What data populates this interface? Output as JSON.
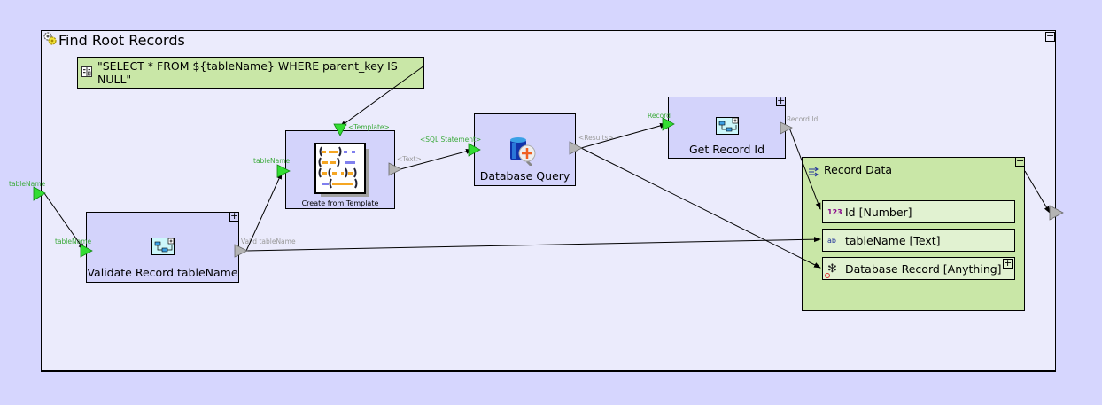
{
  "workflow": {
    "title": "Find Root Records",
    "title_icon": "gears-icon",
    "collapse_label": "−"
  },
  "note": {
    "icon": "note-icon",
    "text": "\"SELECT * FROM ${tableName} WHERE parent_key IS NULL\""
  },
  "inputs": {
    "workflow_input": "tableName"
  },
  "nodes": {
    "validate": {
      "label": "Validate Record tableName",
      "icon": "subworkflow-icon",
      "expand_label": "+",
      "input_port": "tableName",
      "output_port": "Valid tableName"
    },
    "template": {
      "label": "Create from Template",
      "icon": "template-icon",
      "input_port": "tableName",
      "template_port": "<Template>",
      "output_port": "<Text>"
    },
    "query": {
      "label": "Database Query",
      "icon": "database-query-icon",
      "input_port": "<SQL Statement>",
      "output_port": "<Results>"
    },
    "get_id": {
      "label": "Get Record Id",
      "icon": "subworkflow-icon",
      "expand_label": "+",
      "input_port": "Record",
      "output_port": "Record Id"
    }
  },
  "record_group": {
    "title": "Record Data",
    "icon": "record-icon",
    "collapse_label": "−",
    "fields": [
      {
        "icon_text": "123",
        "label": "Id [Number]",
        "type_icon": "number-icon"
      },
      {
        "icon_text": "ab",
        "label": "tableName [Text]",
        "type_icon": "text-icon"
      },
      {
        "icon_text": "✻",
        "label": "Database Record [Anything]",
        "type_icon": "anything-icon",
        "expand_label": "+"
      }
    ]
  },
  "colors": {
    "background": "#d6d6fe",
    "canvas": "#ebebfc",
    "node": "#d3d3fb",
    "note": "#c9e7a7",
    "field": "#e1f2d1",
    "input_port": "#33dd33",
    "output_port": "#b4b4b4"
  }
}
